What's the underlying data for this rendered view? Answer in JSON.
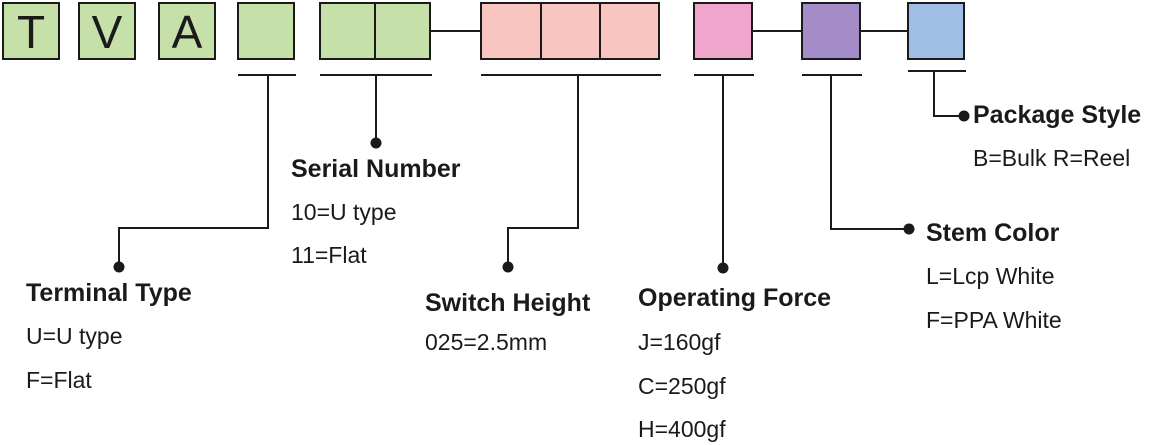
{
  "code_letters": [
    "T",
    "V",
    "A"
  ],
  "colors": {
    "terminal_green": "#c5e0a9",
    "switch_pink": "#f8c5c1",
    "force_magenta": "#f0a6cc",
    "stem_purple": "#a38cc7",
    "package_blue": "#9fbde5",
    "line": "#1a1a1a"
  },
  "terminal_type": {
    "title": "Terminal Type",
    "options": [
      "U=U type",
      "F=Flat"
    ]
  },
  "serial_number": {
    "title": "Serial Number",
    "options": [
      "10=U type",
      "11=Flat"
    ]
  },
  "switch_height": {
    "title": "Switch Height",
    "options": [
      "025=2.5mm"
    ]
  },
  "operating_force": {
    "title": "Operating Force",
    "options": [
      "J=160gf",
      "C=250gf",
      "H=400gf"
    ]
  },
  "stem_color": {
    "title": "Stem Color",
    "options": [
      "L=Lcp White",
      "F=PPA White"
    ]
  },
  "package_style": {
    "title": "Package Style",
    "options": [
      "B=Bulk R=Reel"
    ]
  }
}
